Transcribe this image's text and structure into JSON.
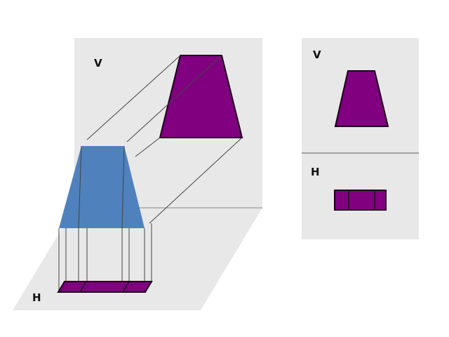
{
  "colors": {
    "plane": "#e8e8e8",
    "divider": "#888888",
    "projection_line": "#444444",
    "view_fill": "#800080",
    "view_stroke": "#1a001a",
    "solid_fill": "#4f81bd"
  },
  "pictorial": {
    "vertical_plane_label": "V",
    "horizontal_plane_label": "H"
  },
  "orthographic": {
    "front_view_label": "V",
    "top_view_label": "H"
  }
}
